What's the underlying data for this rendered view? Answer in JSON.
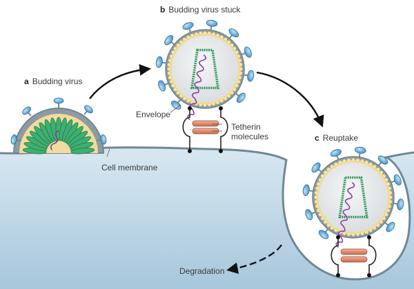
{
  "labels": {
    "a": {
      "letter": "a",
      "text": "Budding virus"
    },
    "b": {
      "letter": "b",
      "text": "Budding virus stuck"
    },
    "c": {
      "letter": "c",
      "text": "Reuptake"
    },
    "envelope": "Envelope",
    "tetherin_line1": "Tetherin",
    "tetherin_line2": "molecules",
    "cell_membrane": "Cell membrane",
    "degradation": "Degradation"
  },
  "colors": {
    "cytoplasm_top": "#d6e7f1",
    "cytoplasm_bottom": "#a9c9dc",
    "membrane": "#6f8796",
    "envelope_gray": "#8f9aa1",
    "envelope_beads": "#f2e0a0",
    "virion_interior": "#e7eaec",
    "spike_blue": "#5aa8d6",
    "capsid_green": "#35a66a",
    "rna_purple": "#8a3aa0",
    "tetherin_salmon": "#e08a6d",
    "arrow_black": "#111111"
  }
}
